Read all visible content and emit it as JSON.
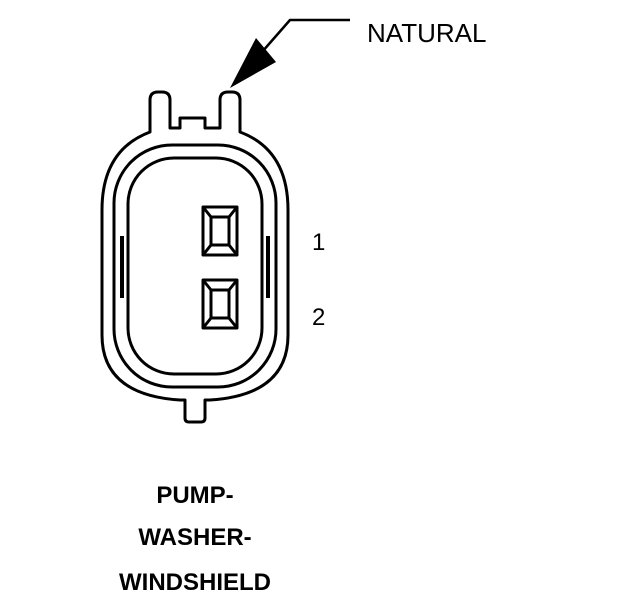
{
  "callout": {
    "color_label": "NATURAL"
  },
  "pins": [
    {
      "number": "1"
    },
    {
      "number": "2"
    }
  ],
  "component_name": [
    "PUMP-",
    "WASHER-",
    "WINDSHIELD"
  ],
  "colors": {
    "line": "#000000",
    "background": "#ffffff"
  }
}
